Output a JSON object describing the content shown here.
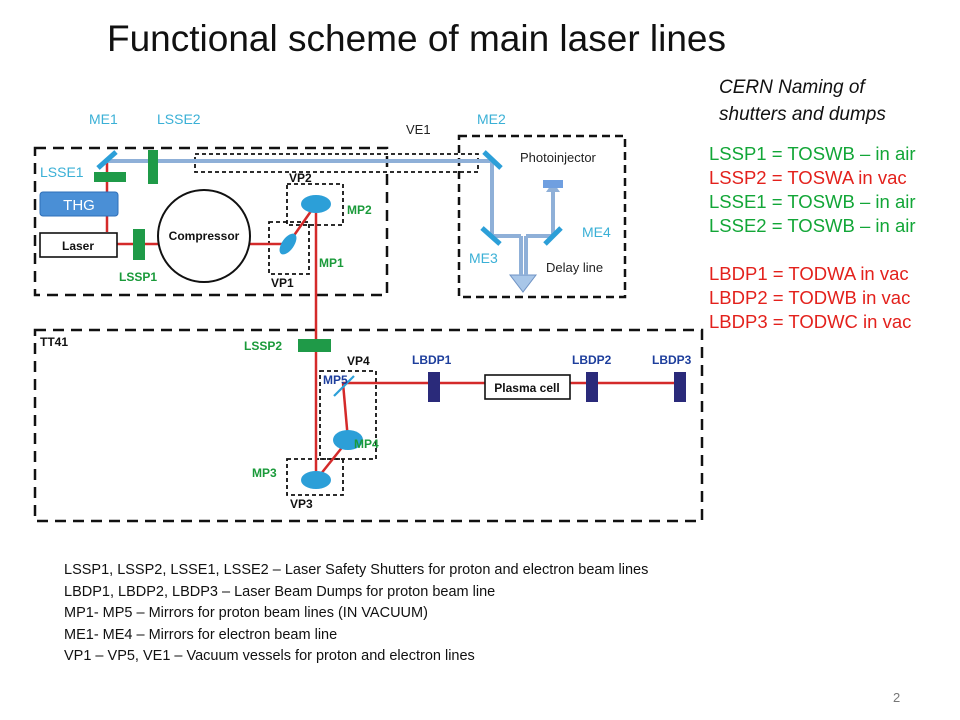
{
  "title": "Functional scheme of main laser lines",
  "naming_title": [
    "CERN Naming of",
    "shutters and dumps"
  ],
  "naming_list": [
    {
      "text": "LSSP1 = TOSWB – in air",
      "color": "#12a637"
    },
    {
      "text": "LSSP2 = TOSWA in vac",
      "color": "#e3211c"
    },
    {
      "text": "LSSE1 = TOSWB – in air",
      "color": "#12a637"
    },
    {
      "text": "LSSE2 = TOSWB – in air",
      "color": "#12a637"
    },
    {
      "text": "",
      "color": "#000000"
    },
    {
      "text": "LBDP1 = TODWA in vac",
      "color": "#e3211c"
    },
    {
      "text": "LBDP2 = TODWB in vac",
      "color": "#e3211c"
    },
    {
      "text": "LBDP3 = TODWC in vac",
      "color": "#e3211c"
    }
  ],
  "diagram": {
    "me1": "ME1",
    "lsse2": "LSSE2",
    "lsse1": "LSSE1",
    "ve1": "VE1",
    "me2": "ME2",
    "photoinjector": "Photoinjector",
    "me3": "ME3",
    "me4": "ME4",
    "delay_line": "Delay line",
    "thg": "THG",
    "laser": "Laser",
    "compressor": "Compressor",
    "lssp1": "LSSP1",
    "vp1": "VP1",
    "vp2": "VP2",
    "vp3": "VP3",
    "vp4": "VP4",
    "mp1": "MP1",
    "mp2": "MP2",
    "mp3": "MP3",
    "mp4": "MP4",
    "mp5": "MP5",
    "tt41": "TT41",
    "lssp2": "LSSP2",
    "lbdp1": "LBDP1",
    "lbdp2": "LBDP2",
    "lbdp3": "LBDP3",
    "plasma_cell": "Plasma cell"
  },
  "notes": [
    "LSSP1, LSSP2, LSSE1, LSSE2 – Laser Safety Shutters for proton and electron beam lines",
    "LBDP1, LBDP2, LBDP3 – Laser Beam Dumps for proton beam line",
    "MP1- MP5 – Mirrors for proton beam lines (IN VACUUM)",
    "ME1- ME4 – Mirrors for electron beam line",
    "VP1 – VP5, VE1 – Vacuum vessels for proton and electron lines"
  ],
  "page_number": "2",
  "colors": {
    "proton_beam": "#d42a2a",
    "electron_beam": "#8fb0d8",
    "mirror": "#2c9fd8",
    "shutter": "#1f9a48",
    "dump": "#2a2a7a"
  }
}
